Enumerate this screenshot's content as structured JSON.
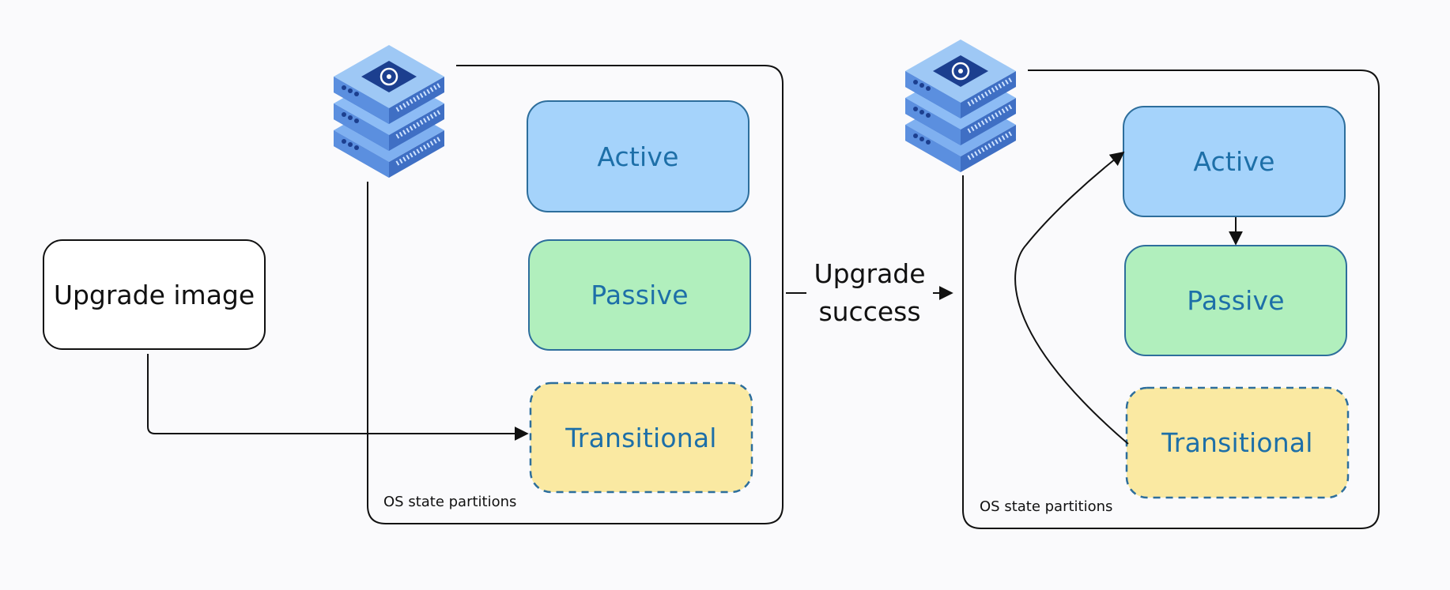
{
  "upgrade_image": {
    "label": "Upgrade image"
  },
  "transition": {
    "line1": "Upgrade",
    "line2": "success"
  },
  "before": {
    "partitions": {
      "active": "Active",
      "passive": "Passive",
      "transitional": "Transitional"
    },
    "caption": "OS state partitions"
  },
  "after": {
    "partitions": {
      "active": "Active",
      "passive": "Passive",
      "transitional": "Transitional"
    },
    "caption": "OS state partitions"
  },
  "colors": {
    "active_fill": "#a5d3fb",
    "passive_fill": "#b1efbd",
    "transitional_fill": "#fae9a2",
    "partition_stroke": "#2d6e9c",
    "label_text": "#1d6fa8",
    "frame_stroke": "#111111",
    "server_top": "#9ec8f5",
    "server_body": "#5b8fdf",
    "server_dark": "#3f6fc4",
    "kube_badge": "#1c3f8f"
  },
  "icons": {
    "server": "kubernetes-server-stack-icon"
  }
}
